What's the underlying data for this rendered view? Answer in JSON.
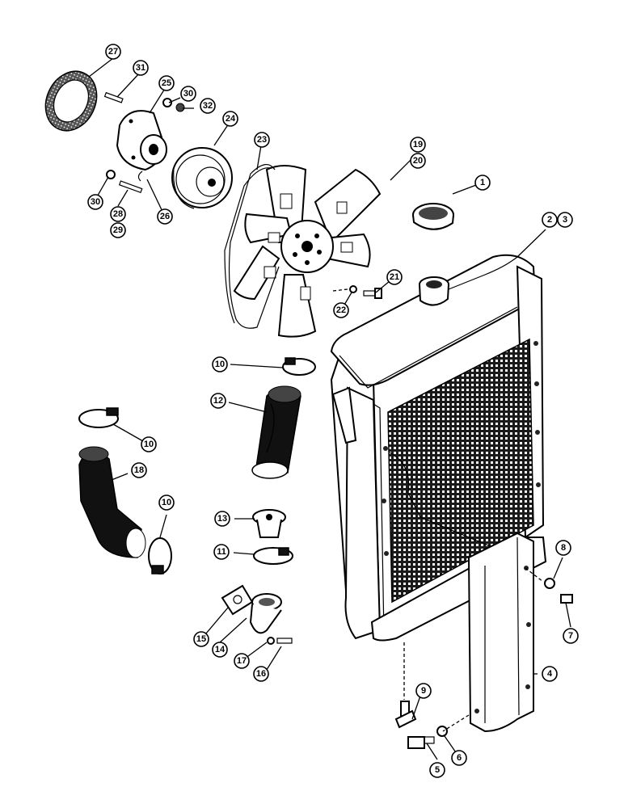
{
  "diagram": {
    "callouts": [
      {
        "id": "c1",
        "label": "1"
      },
      {
        "id": "c2",
        "label": "2"
      },
      {
        "id": "c3",
        "label": "3"
      },
      {
        "id": "c4",
        "label": "4"
      },
      {
        "id": "c5",
        "label": "5"
      },
      {
        "id": "c6",
        "label": "6"
      },
      {
        "id": "c7",
        "label": "7"
      },
      {
        "id": "c8",
        "label": "8"
      },
      {
        "id": "c9",
        "label": "9"
      },
      {
        "id": "c10a",
        "label": "10"
      },
      {
        "id": "c10b",
        "label": "10"
      },
      {
        "id": "c10c",
        "label": "10"
      },
      {
        "id": "c11",
        "label": "11"
      },
      {
        "id": "c12",
        "label": "12"
      },
      {
        "id": "c13",
        "label": "13"
      },
      {
        "id": "c14",
        "label": "14"
      },
      {
        "id": "c15",
        "label": "15"
      },
      {
        "id": "c16",
        "label": "16"
      },
      {
        "id": "c17",
        "label": "17"
      },
      {
        "id": "c18",
        "label": "18"
      },
      {
        "id": "c19",
        "label": "19"
      },
      {
        "id": "c20",
        "label": "20"
      },
      {
        "id": "c21",
        "label": "21"
      },
      {
        "id": "c22",
        "label": "22"
      },
      {
        "id": "c23",
        "label": "23"
      },
      {
        "id": "c24",
        "label": "24"
      },
      {
        "id": "c25",
        "label": "25"
      },
      {
        "id": "c26",
        "label": "26"
      },
      {
        "id": "c27",
        "label": "27"
      },
      {
        "id": "c28",
        "label": "28"
      },
      {
        "id": "c29",
        "label": "29"
      },
      {
        "id": "c30a",
        "label": "30"
      },
      {
        "id": "c30b",
        "label": "30"
      },
      {
        "id": "c31",
        "label": "31"
      },
      {
        "id": "c32",
        "label": "32"
      }
    ]
  }
}
